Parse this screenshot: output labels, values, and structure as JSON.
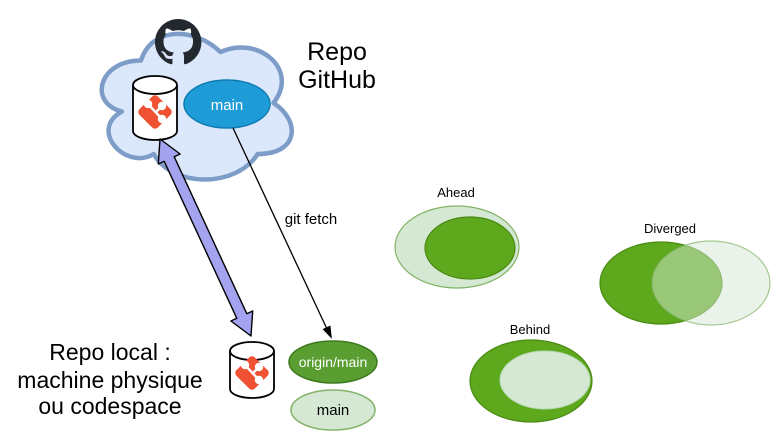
{
  "diagram": {
    "cloud": {
      "title_line1": "Repo",
      "title_line2": "GitHub",
      "branch": "main"
    },
    "fetch": {
      "label": "git fetch"
    },
    "local": {
      "caption_line1": "Repo local :",
      "caption_line2": "machine physique",
      "caption_line3": "ou codespace",
      "remote_tracking_branch": "origin/main",
      "branch": "main"
    },
    "states": {
      "ahead": "Ahead",
      "behind": "Behind",
      "diverged": "Diverged"
    }
  },
  "icons": {
    "github": "github-octocat-icon",
    "git": "git-branch-icon",
    "repository": "database-cylinder-icon",
    "sync": "double-headed-arrow-icon",
    "fetch": "thin-arrow-icon"
  },
  "colors": {
    "cloud_fill": "#dbe8fb",
    "cloud_stroke": "#7d9cc8",
    "branch_blue": "#1e9cd7",
    "branch_blue_stroke": "#0e7ab0",
    "arrow_purple": "#a3a3f0",
    "git_orange": "#f05133",
    "dark_green": "#5ea81e",
    "dark_green_stroke": "#4a8a12",
    "light_green": "#d5e8d4",
    "light_green_stroke": "#82b366",
    "origin_green": "#5a9e32",
    "origin_green_stroke": "#3d7a1e",
    "github_dark": "#24292f"
  }
}
